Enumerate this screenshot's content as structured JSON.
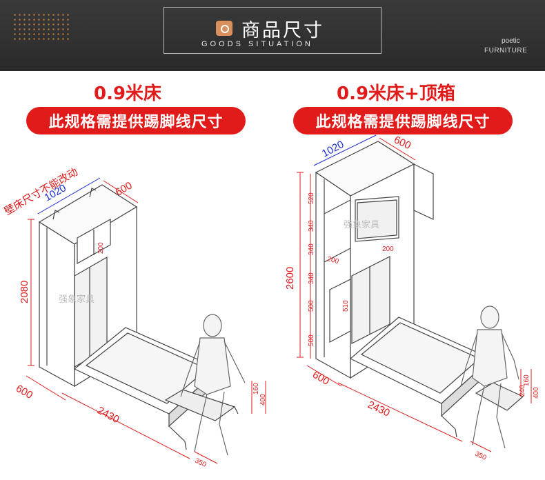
{
  "banner": {
    "title_cn": "商品尺寸",
    "title_en": "GOODS SITUATION",
    "brand_line1": "poetic",
    "brand_line2": "FURNITURE"
  },
  "left": {
    "model": "0.9米床",
    "note": "此规格需提供踢脚线尺寸",
    "warning": "壁床尺寸不能改动",
    "dims": {
      "width": "1020",
      "depth_top": "600",
      "height": "2080",
      "shelf": "200",
      "depth_base": "600",
      "length": "2430",
      "seat_h1": "160",
      "seat_h2": "400",
      "seat_w": "350"
    },
    "watermark": "强象家具"
  },
  "right": {
    "model": "0.9米床+顶箱",
    "note": "此规格需提供踢脚线尺寸",
    "dims": {
      "width": "1020",
      "depth_top": "600",
      "height": "2600",
      "seg1": "520",
      "seg2": "340",
      "seg3": "340",
      "seg4": "340",
      "seg5": "500",
      "seg6": "500",
      "shelf_a": "200",
      "shelf_b": "200",
      "door": "510",
      "depth_base": "600",
      "length": "2430",
      "seat_h0": "240",
      "seat_h1": "160",
      "seat_h2": "400",
      "seat_w": "350"
    },
    "watermark": "强象家具"
  },
  "colors": {
    "accent": "#e11a1a",
    "banner": "#2e2e2e",
    "dimension": "#e11a1a",
    "width_dim": "#1a2bd6"
  }
}
